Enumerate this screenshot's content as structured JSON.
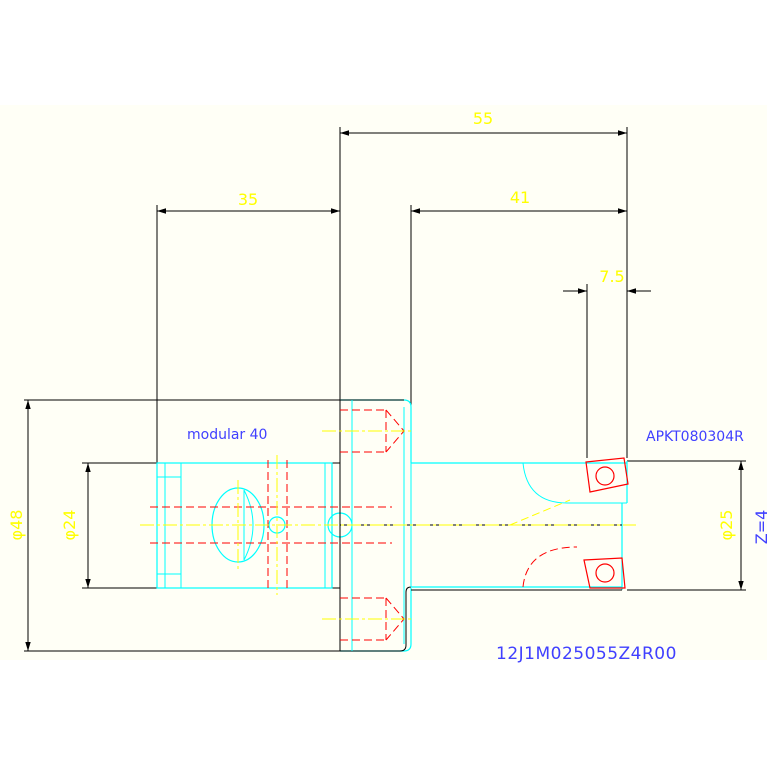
{
  "colors": {
    "background": "#fffff6",
    "dimension_line": "#000000",
    "dimension_text": "#ffff00",
    "outline": "#00ffff",
    "hidden": "#ff0000",
    "center": "#ffff00",
    "annotation": "#4040ff"
  },
  "dimensions": {
    "overall_length": "55",
    "holder_length": "35",
    "cutter_length": "41",
    "insert_width": "7.5",
    "holder_diameter": "φ48",
    "shank_diameter": "φ24",
    "cutting_diameter": "φ25",
    "teeth_count": "Z=4"
  },
  "labels": {
    "adapter": "modular 40",
    "insert": "APKT080304R",
    "part_number": "12J1M025055Z4R00"
  }
}
